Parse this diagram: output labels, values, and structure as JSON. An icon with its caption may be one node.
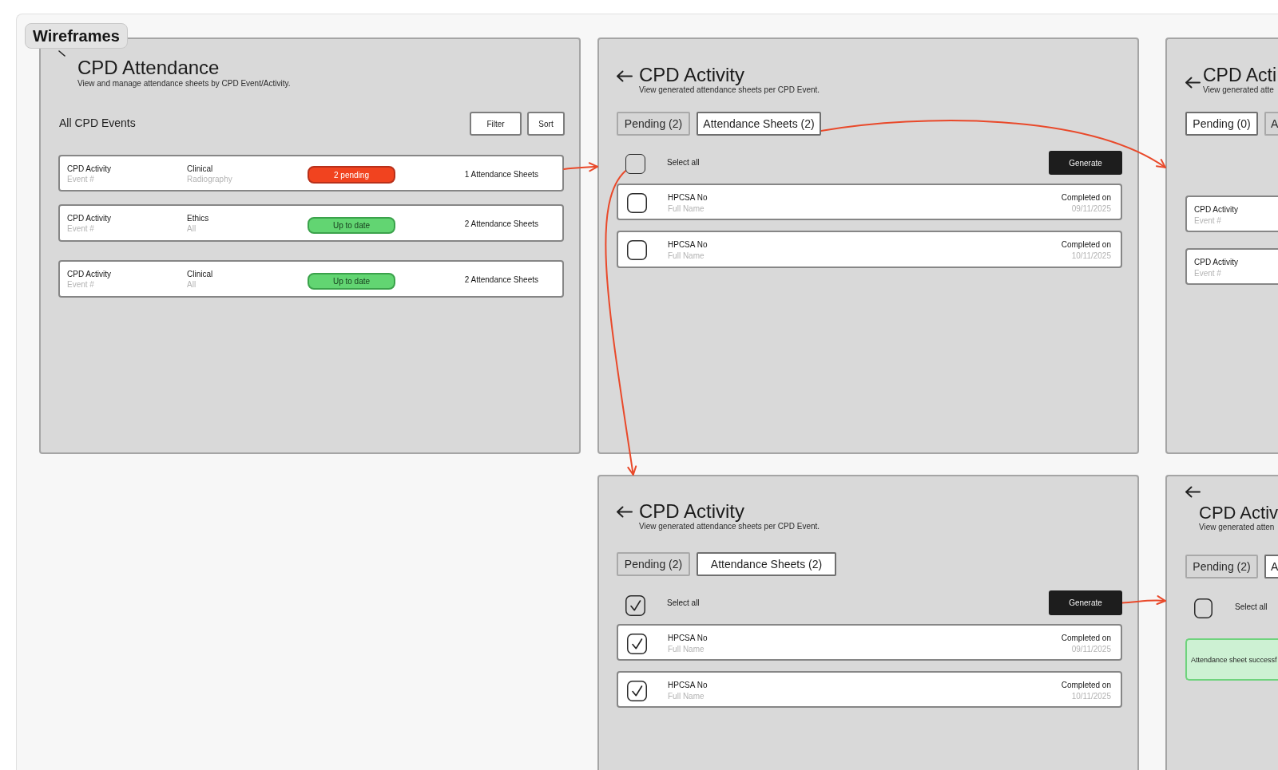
{
  "diagram": {
    "nodes": [
      {
        "text": [
          "Wireframes"
        ]
      },
      {
        "text": [
          "CPD Attendance",
          "View and manage attendance sheets by CPD Event/Activity.",
          "All CPD Events"
        ],
        "in": 0
      },
      {
        "text": [
          "Filter"
        ],
        "in": 1
      },
      {
        "text": [
          "Sort"
        ],
        "in": 1
      },
      {
        "text": [
          "CPD Activity",
          "Event #",
          "Clinical",
          "Radiography",
          "1 Attendance Sheets"
        ],
        "in": 1
      },
      {
        "text": [
          "2 pending"
        ],
        "in": 4
      },
      {
        "text": [
          "CPD Activity",
          "Event #",
          "Ethics",
          "All",
          "2 Attendance Sheets"
        ],
        "in": 1
      },
      {
        "text": [
          "Up to date"
        ],
        "in": 6
      },
      {
        "text": [
          "CPD Activity",
          "Event #",
          "Clinical",
          "All",
          "2 Attendance Sheets"
        ],
        "in": 1
      },
      {
        "text": [
          "Up to date"
        ],
        "in": 8
      },
      {
        "text": [
          "CPD Activity",
          "View generated attendance sheets per CPD Event.",
          "Select all"
        ],
        "in": 0
      },
      {
        "text": [
          "Pending (2)"
        ],
        "in": 10
      },
      {
        "text": [
          "Attendance Sheets (2)"
        ],
        "in": 10
      },
      {
        "text": [],
        "shape": "box",
        "in": 10
      },
      {
        "text": [
          "Generate"
        ],
        "in": 10
      },
      {
        "text": [
          "HPCSA No",
          "Full Name",
          "Completed on",
          "09/11/2025"
        ],
        "in": 10
      },
      {
        "text": [
          "HPCSA No",
          "Full Name",
          "Completed on",
          "10/11/2025"
        ],
        "in": 10
      },
      {
        "text": [
          "CPD Acti",
          "View generated atte"
        ],
        "in": 0
      },
      {
        "text": [
          "Pending (0)"
        ],
        "in": 17
      },
      {
        "text": [
          "A"
        ],
        "in": 17
      },
      {
        "text": [
          "CPD Activity",
          "Event #"
        ],
        "in": 17
      },
      {
        "text": [
          "CPD Activity",
          "Event #"
        ],
        "in": 17
      },
      {
        "text": [
          "CPD Activity",
          "View generated attendance sheets per CPD Event.",
          "Select all"
        ],
        "in": 0
      },
      {
        "text": [
          "Pending (2)"
        ],
        "in": 22
      },
      {
        "text": [
          "Attendance Sheets (2)"
        ],
        "in": 22
      },
      {
        "text": [
          "Generate"
        ],
        "in": 22
      },
      {
        "text": [
          "HPCSA No",
          "Full Name",
          "Completed on",
          "09/11/2025"
        ],
        "in": 22
      },
      {
        "text": [
          "HPCSA No",
          "Full Name",
          "Completed on",
          "10/11/2025"
        ],
        "in": 22
      },
      {
        "text": [
          "CPD Activ",
          "View generated atten",
          "Select all"
        ],
        "in": 0
      },
      {
        "text": [
          "Pending (2)"
        ],
        "in": 28
      },
      {
        "text": [
          "A"
        ],
        "in": 28
      },
      {
        "text": [
          "Attendance sheet successf"
        ],
        "in": 28
      }
    ],
    "edges": [
      {
        "from": 4,
        "to": 10,
        "arrow": "to"
      },
      {
        "from": 13,
        "to": 22,
        "arrow": "to"
      },
      {
        "from": 12,
        "to": 17,
        "arrow": "to"
      },
      {
        "from": 25,
        "to": 28,
        "arrow": "to"
      }
    ]
  }
}
